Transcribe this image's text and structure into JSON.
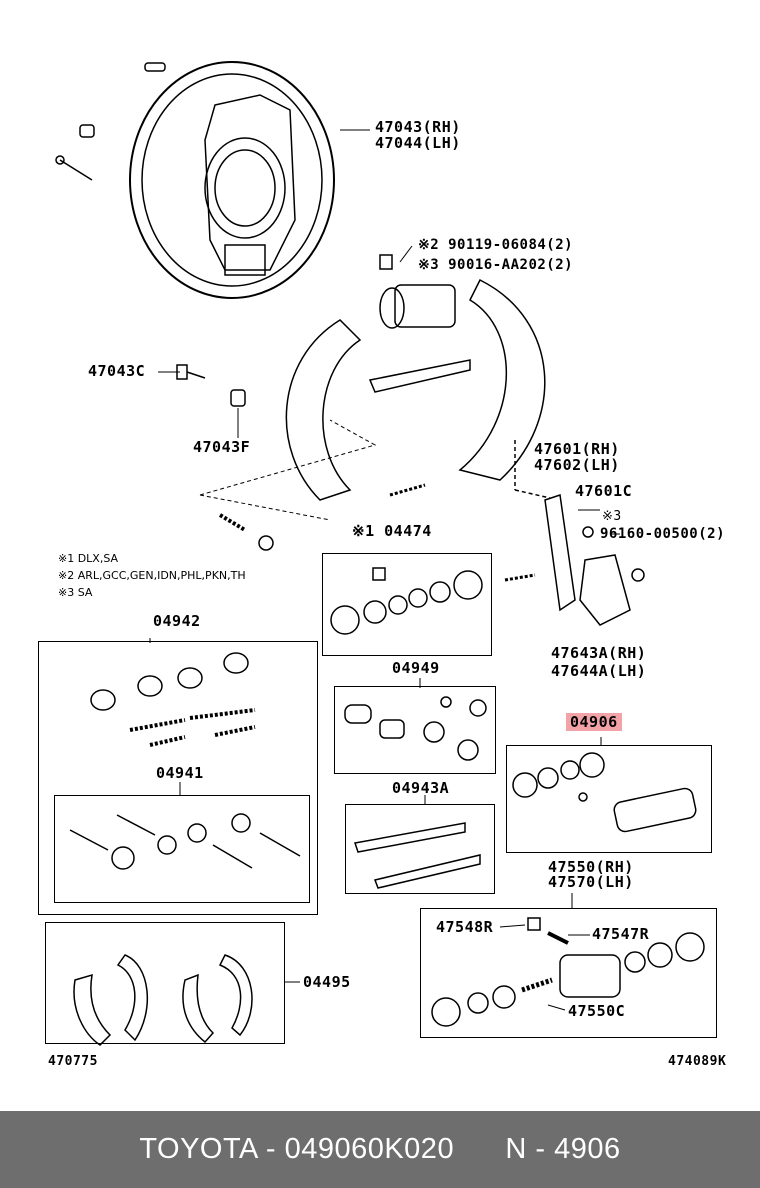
{
  "labels": {
    "p47043": "47043(RH)",
    "p47044": "47044(LH)",
    "bolt1": "※2 90119-06084(2)",
    "bolt2": "※3 90016-AA202(2)",
    "p47043c": "47043C",
    "p47043f": "47043F",
    "p47601": "47601(RH)",
    "p47602": "47602(LH)",
    "p47601c": "47601C",
    "note3": "※3",
    "p96160": "96160-00500(2)",
    "p04474": "※1 04474",
    "p47643a": "47643A(RH)",
    "p47644a": "47644A(LH)",
    "p04942": "04942",
    "p04949": "04949",
    "p04906": "04906",
    "p04941": "04941",
    "p04943a": "04943A",
    "p47550": "47550(RH)",
    "p47570": "47570(LH)",
    "p47548r": "47548R",
    "p47547r": "47547R",
    "p47550c": "47550C",
    "p04495": "04495",
    "ref_left": "470775",
    "ref_right": "474089K"
  },
  "notes": [
    "※1 DLX,SA",
    "※2 ARL,GCC,GEN,IDN,PHL,PKN,TH",
    "※3 SA"
  ],
  "footer": {
    "text": "TOYOTA - 049060K020      N - 4906"
  },
  "colors": {
    "highlight": "#f2a3a8",
    "footer_bg": "#6e6e6e"
  }
}
